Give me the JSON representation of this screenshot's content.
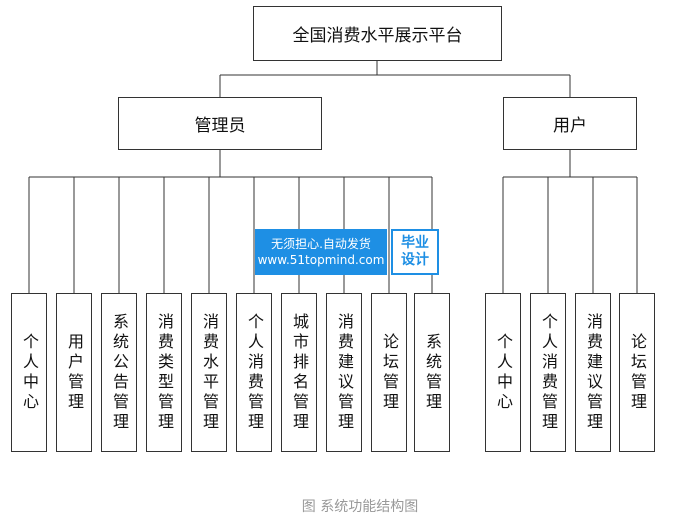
{
  "root": "全国消费水平展示平台",
  "admin": {
    "label": "管理员",
    "children": [
      "个人中心",
      "用户管理",
      "系统公告管理",
      "消费类型管理",
      "消费水平管理",
      "个人消费管理",
      "城市排名管理",
      "消费建议管理",
      "论坛管理",
      "系统管理"
    ]
  },
  "user": {
    "label": "用户",
    "children": [
      "个人中心",
      "个人消费管理",
      "消费建议管理",
      "论坛管理"
    ]
  },
  "watermark": {
    "line1": "无须担心.自动发货",
    "line2": "www.51topmind.com",
    "badge1": "毕业",
    "badge2": "设计"
  },
  "caption": "图    系统功能结构图"
}
